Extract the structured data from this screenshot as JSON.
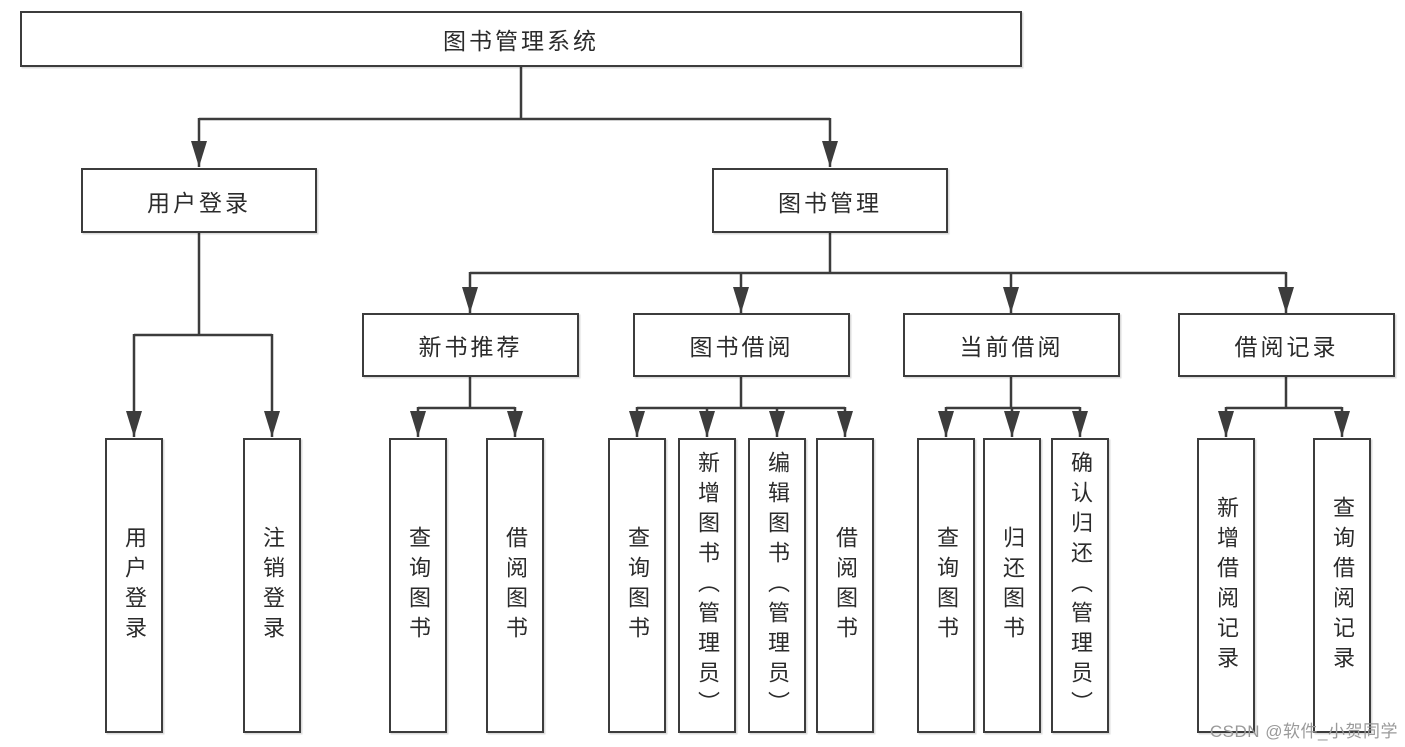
{
  "diagram": {
    "title": "图书管理系统",
    "tree": {
      "root": {
        "label": "图书管理系统"
      },
      "branches": [
        {
          "label": "用户登录",
          "children": [
            {
              "label": "用户登录"
            },
            {
              "label": "注销登录"
            }
          ]
        },
        {
          "label": "图书管理",
          "children": [
            {
              "label": "新书推荐",
              "children": [
                {
                  "label": "查询图书"
                },
                {
                  "label": "借阅图书"
                }
              ]
            },
            {
              "label": "图书借阅",
              "children": [
                {
                  "label": "查询图书"
                },
                {
                  "label": "新增图书（管理员）"
                },
                {
                  "label": "编辑图书（管理员）"
                },
                {
                  "label": "借阅图书"
                }
              ]
            },
            {
              "label": "当前借阅",
              "children": [
                {
                  "label": "查询图书"
                },
                {
                  "label": "归还图书"
                },
                {
                  "label": "确认归还（管理员）"
                }
              ]
            },
            {
              "label": "借阅记录",
              "children": [
                {
                  "label": "新增借阅记录"
                },
                {
                  "label": "查询借阅记录"
                }
              ]
            }
          ]
        }
      ]
    }
  },
  "watermark": {
    "text": "CSDN @软件_小贺同学"
  },
  "colors": {
    "line": "#3c3c3c",
    "box_border": "#3c3c3c",
    "text": "#2b2b2b",
    "watermark": "#9a9a9a",
    "background": "#ffffff"
  }
}
